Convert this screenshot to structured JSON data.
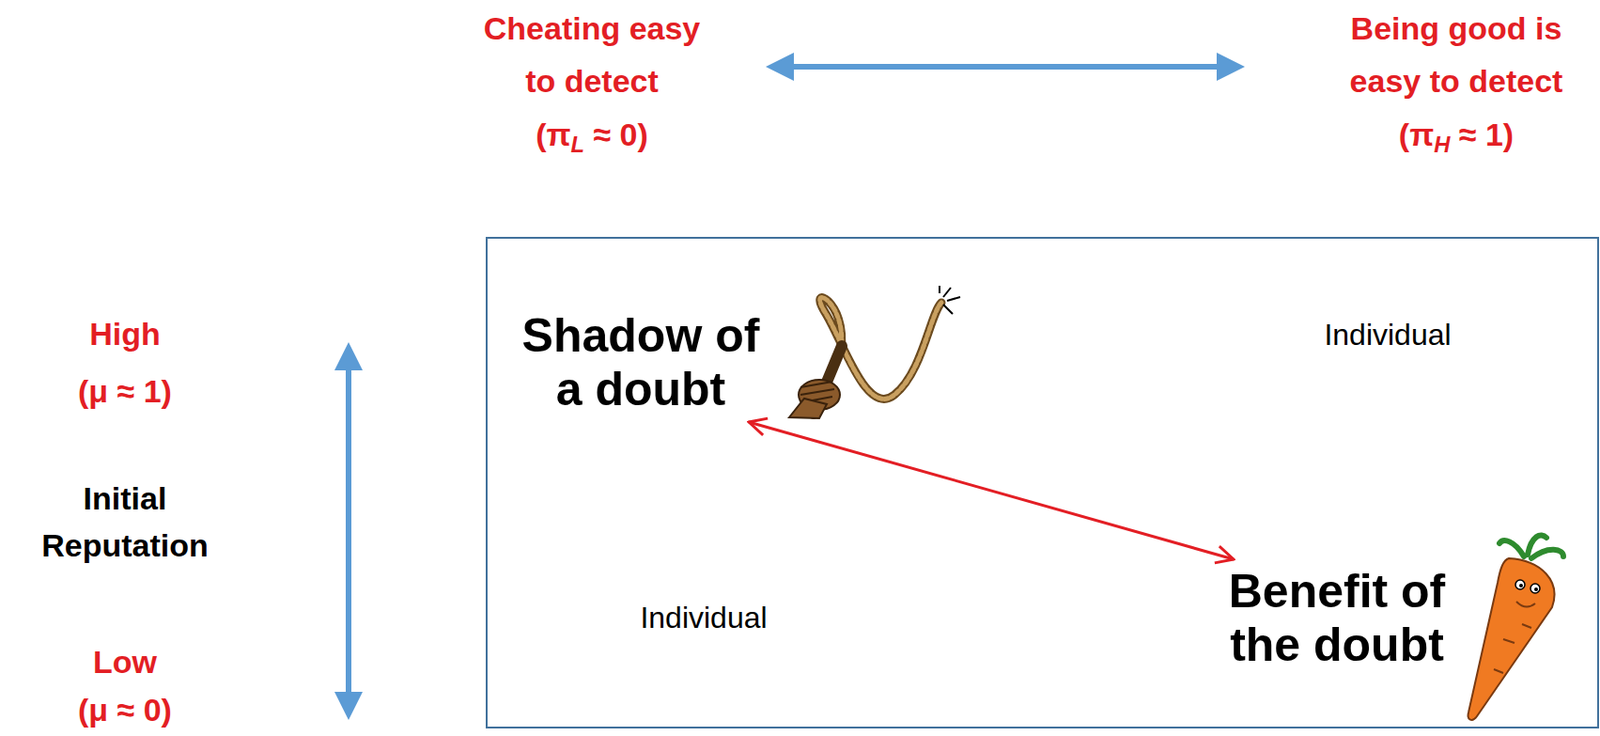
{
  "diagram": {
    "nodes": [
      {
        "text": [
          "Shadow of a doubt"
        ]
      },
      {
        "text": [
          "Benefit of the doubt"
        ]
      }
    ],
    "edges": [
      {
        "from": 0,
        "to": 1,
        "arrow": "both"
      }
    ],
    "labels": [
      "Cheating easy to detect",
      "(πL ≈ 0)",
      "Being good is easy to detect",
      "(πH ≈ 1)",
      "High",
      "(μ ≈ 1)",
      "Initial Reputation",
      "Low",
      "(μ ≈ 0)",
      "Individual",
      "Individual"
    ]
  }
}
